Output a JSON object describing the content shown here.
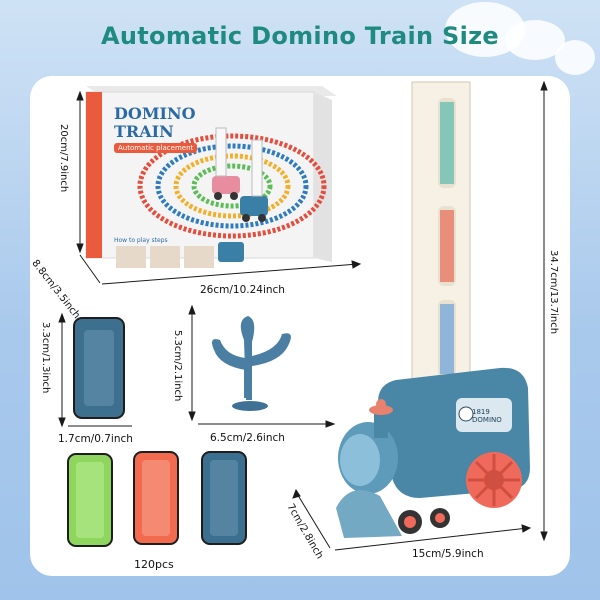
{
  "title": "Automatic Domino Train Size",
  "box": {
    "brand_line1": "DOMINO",
    "brand_line2": "TRAIN",
    "badge": "Automatic placement",
    "how_to": "How to play steps"
  },
  "dimensions": {
    "box_height": "20cm/7.9inch",
    "box_depth": "8.8cm/3.5inch",
    "box_width": "26cm/10.24inch",
    "domino_height": "3.3cm/1.3inch",
    "domino_width": "1.7cm/0.7inch",
    "cactus_height": "5.3cm/2.1inch",
    "cactus_width": "6.5cm/2.6inch",
    "train_height": "34.7cm/13.7inch",
    "train_depth": "7cm/2.8inch",
    "train_length": "15cm/5.9inch"
  },
  "pieces": {
    "count": "120pcs"
  },
  "train": {
    "plate": "1819 DOMINO"
  },
  "colors": {
    "accent": "#1f8a80",
    "train_blue": "#4a86a6",
    "domino_green": "#8fd65f",
    "domino_orange": "#f26b4f",
    "domino_blue": "#3b6f8f",
    "wheel_red": "#ef6a5a"
  }
}
